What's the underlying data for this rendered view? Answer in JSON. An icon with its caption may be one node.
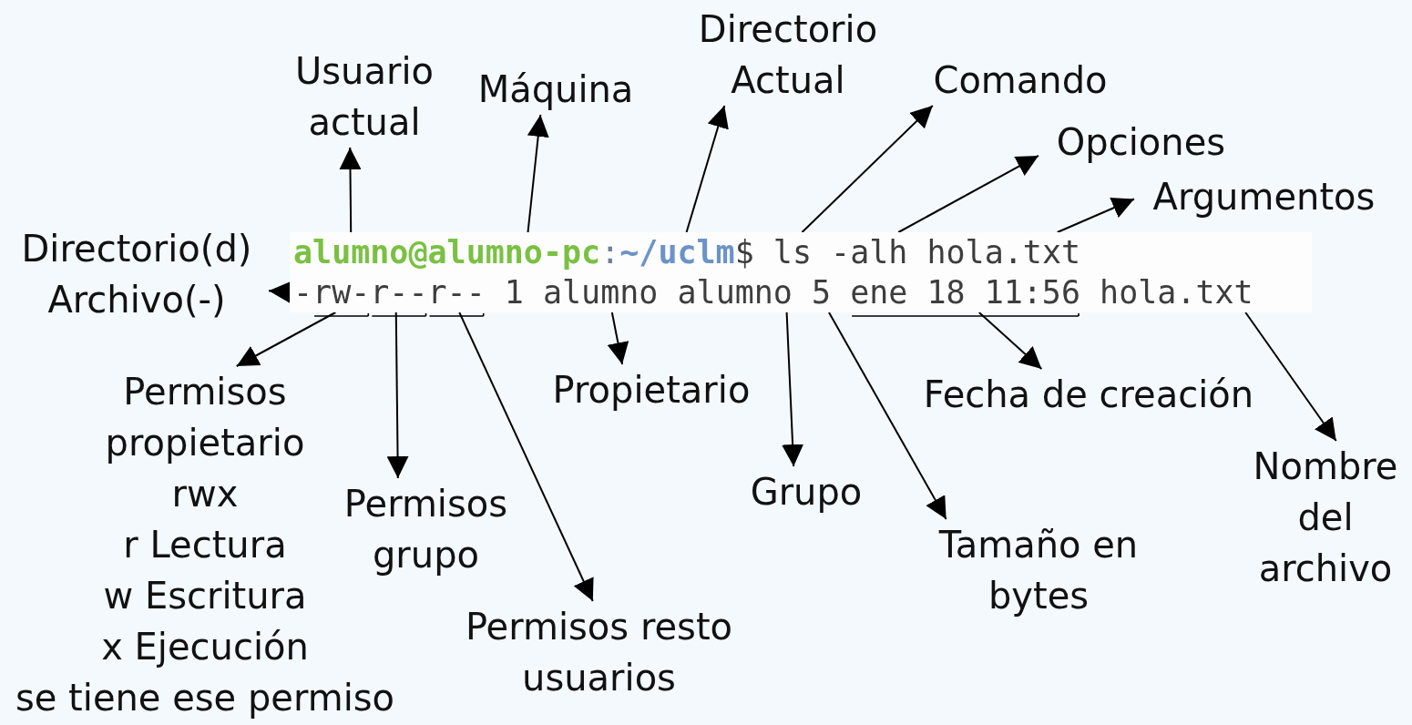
{
  "diagram": {
    "nodes": [
      {
        "text": [
          "Usuario actual"
        ]
      },
      {
        "text": [
          "Máquina"
        ]
      },
      {
        "text": [
          "Directorio Actual"
        ]
      },
      {
        "text": [
          "Comando"
        ]
      },
      {
        "text": [
          "Opciones"
        ]
      },
      {
        "text": [
          "Argumentos"
        ]
      },
      {
        "text": [
          "Directorio(d) Archivo(-)"
        ]
      },
      {
        "text": [],
        "shape": "box"
      },
      {
        "text": [
          "alumno"
        ],
        "in": 7
      },
      {
        "text": [
          "alumno-pc"
        ],
        "in": 7
      },
      {
        "text": [
          "~/uclm"
        ],
        "in": 7
      },
      {
        "text": [
          "ls"
        ],
        "in": 7
      },
      {
        "text": [
          "-alh"
        ],
        "in": 7
      },
      {
        "text": [
          "hola.txt"
        ],
        "in": 7
      },
      {
        "text": [
          "-"
        ],
        "in": 7
      },
      {
        "text": [
          "rw-"
        ],
        "in": 7
      },
      {
        "text": [
          "r--"
        ],
        "in": 7
      },
      {
        "text": [
          "r--"
        ],
        "in": 7
      },
      {
        "text": [
          "alumno"
        ],
        "in": 7
      },
      {
        "text": [
          "alumno"
        ],
        "in": 7
      },
      {
        "text": [
          "5"
        ],
        "in": 7
      },
      {
        "text": [
          "ene 18 11:56"
        ],
        "in": 7
      },
      {
        "text": [
          "hola.txt"
        ],
        "in": 7
      },
      {
        "text": [
          "Permisos propietario",
          "rwx",
          "r Lectura",
          "w Escritura",
          "x Ejecución",
          "se tiene ese permiso"
        ]
      },
      {
        "text": [
          "Propietario"
        ]
      },
      {
        "text": [
          "Fecha de creación"
        ]
      },
      {
        "text": [
          "Grupo"
        ]
      },
      {
        "text": [
          "Nombre del archivo"
        ]
      },
      {
        "text": [
          "Permisos grupo"
        ]
      },
      {
        "text": [
          "Tamaño en bytes"
        ]
      },
      {
        "text": [
          "Permisos resto usuarios"
        ]
      }
    ],
    "edges": [
      {
        "from": 8,
        "to": 0,
        "arrow": "to"
      },
      {
        "from": 9,
        "to": 1,
        "arrow": "to"
      },
      {
        "from": 10,
        "to": 2,
        "arrow": "to"
      },
      {
        "from": 11,
        "to": 3,
        "arrow": "to"
      },
      {
        "from": 12,
        "to": 4,
        "arrow": "to"
      },
      {
        "from": 13,
        "to": 5,
        "arrow": "to"
      },
      {
        "from": 14,
        "to": 6,
        "arrow": "to"
      },
      {
        "from": 15,
        "to": 23,
        "arrow": "to"
      },
      {
        "from": 16,
        "to": 28,
        "arrow": "to"
      },
      {
        "from": 17,
        "to": 30,
        "arrow": "to"
      },
      {
        "from": 18,
        "to": 24,
        "arrow": "to"
      },
      {
        "from": 19,
        "to": 26,
        "arrow": "to"
      },
      {
        "from": 20,
        "to": 29,
        "arrow": "to"
      },
      {
        "from": 21,
        "to": 25,
        "arrow": "to"
      },
      {
        "from": 22,
        "to": 27,
        "arrow": "to"
      }
    ],
    "labels": [
      "@",
      ":",
      "$",
      "1"
    ]
  }
}
